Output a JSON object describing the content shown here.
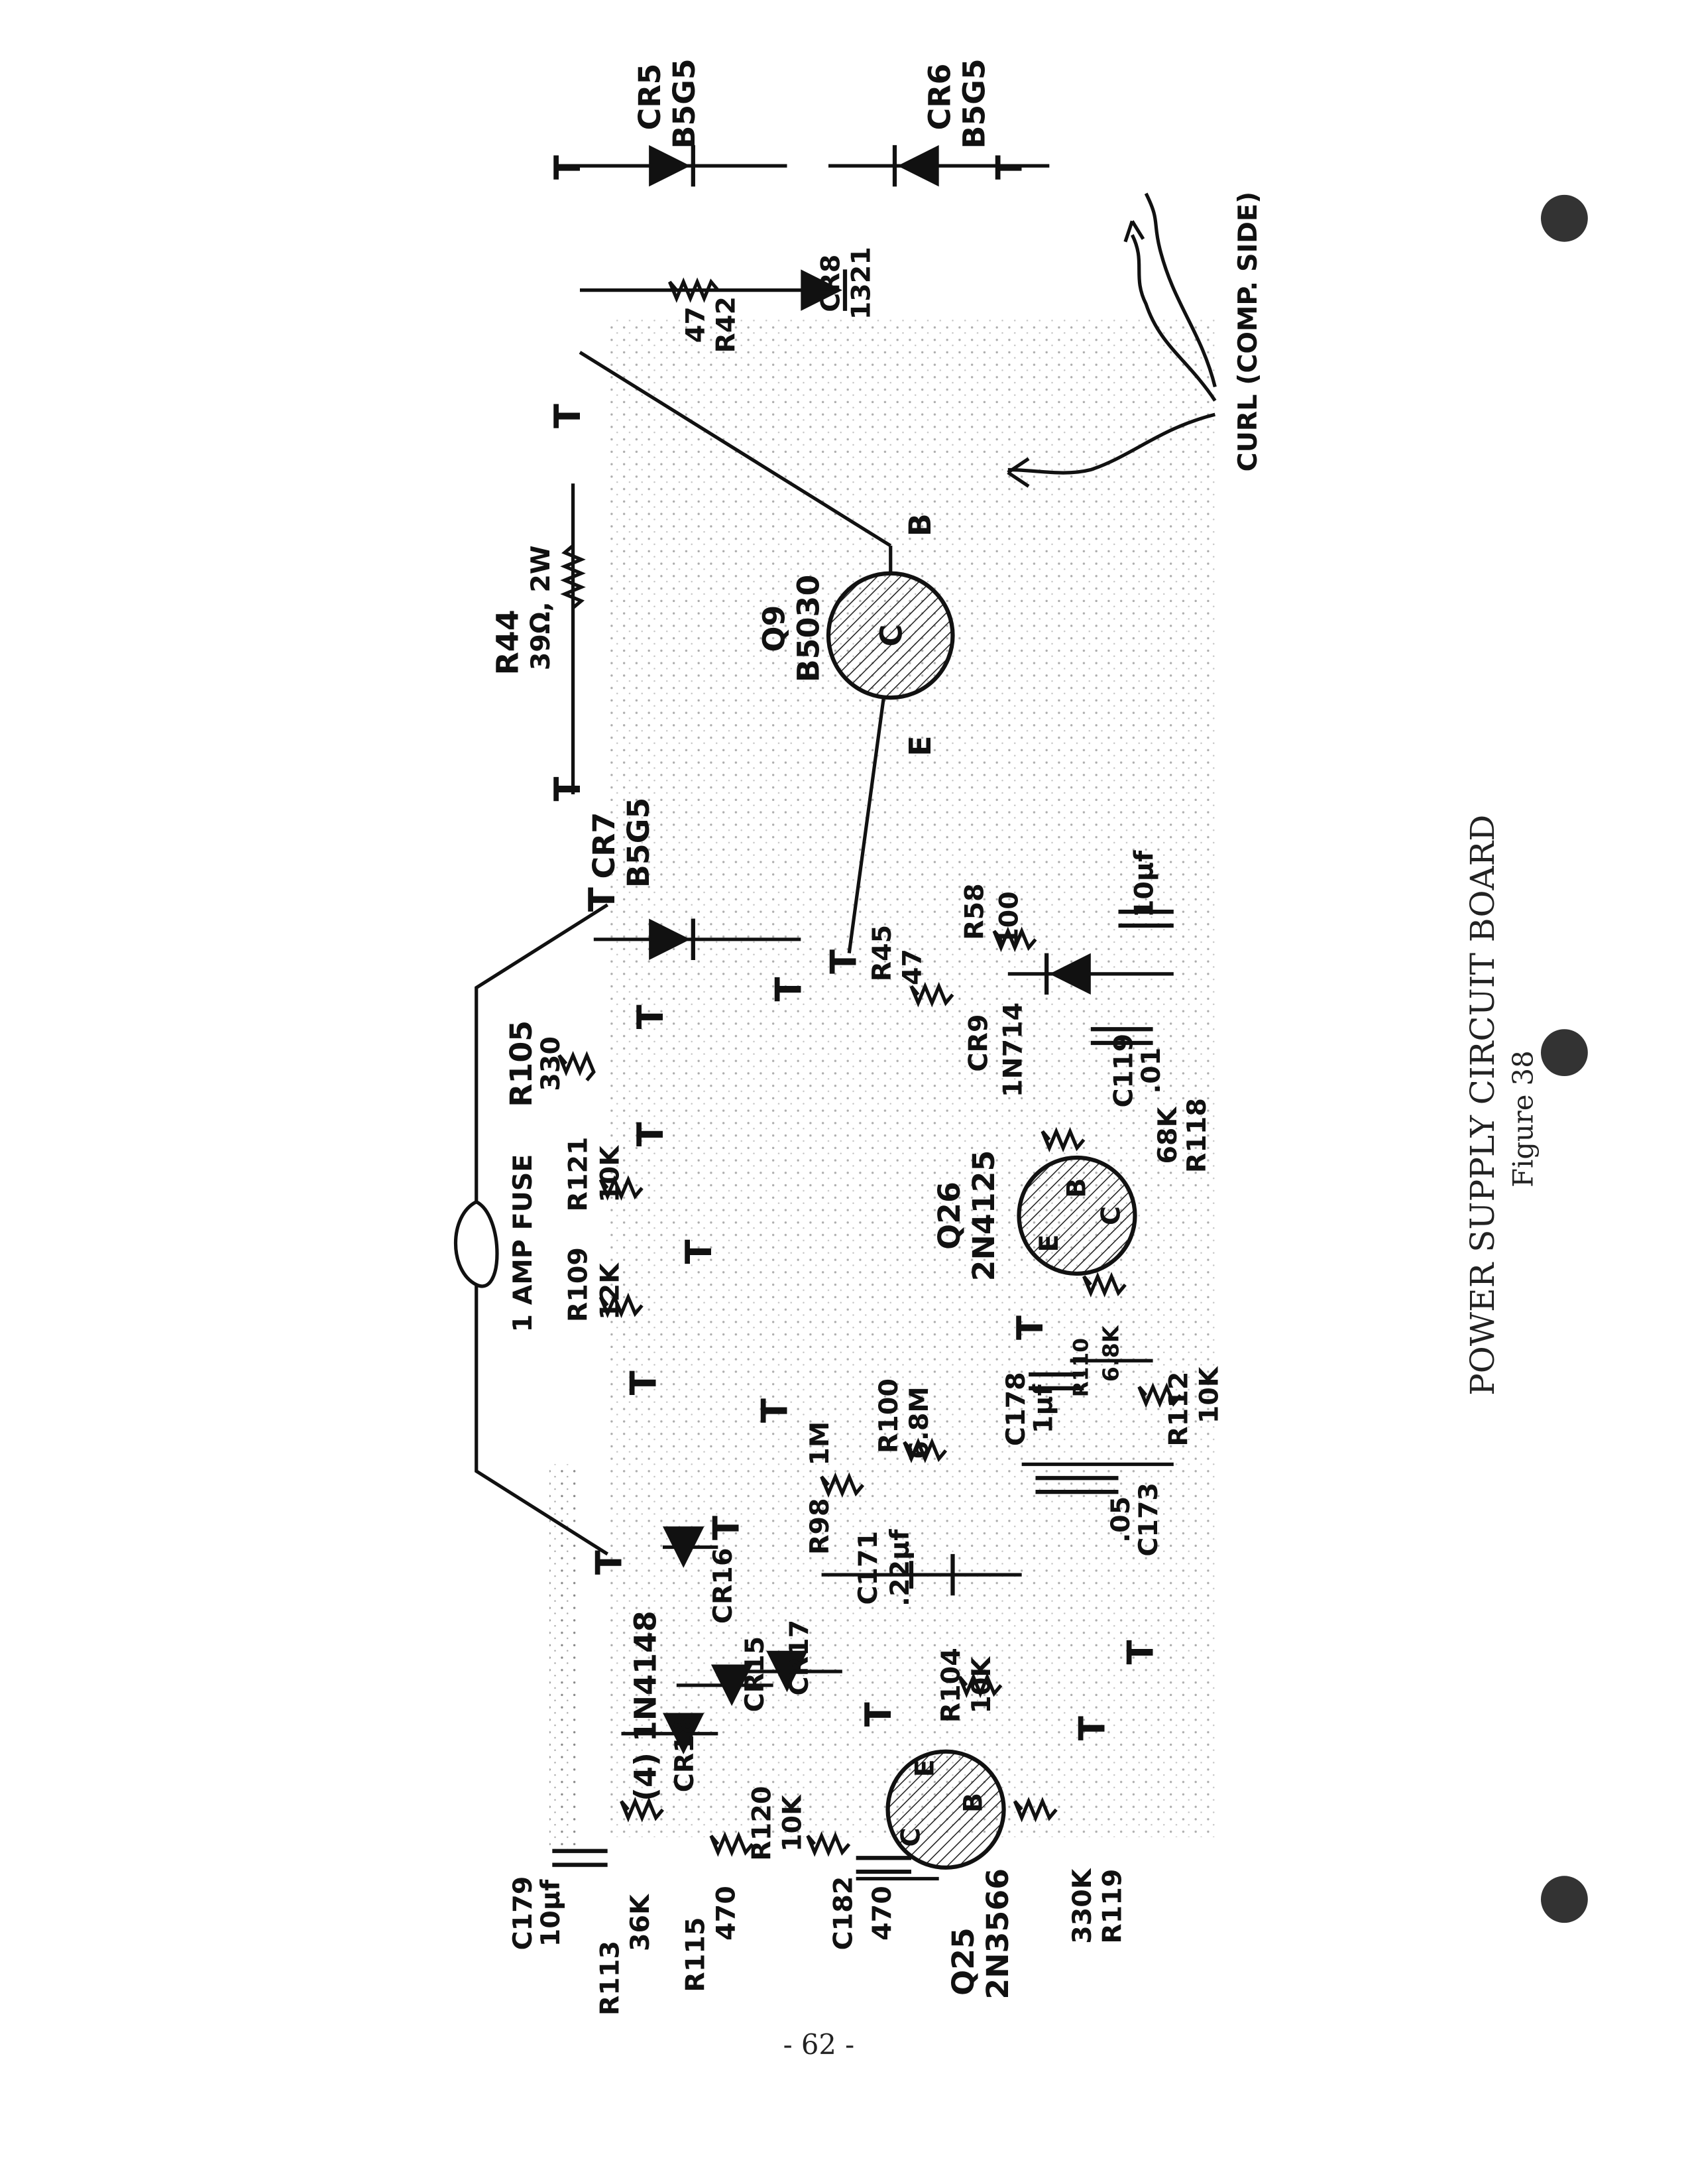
{
  "caption": {
    "title": "POWER SUPPLY CIRCUIT BOARD",
    "figure": "Figure 38"
  },
  "page_number": "- 62 -",
  "testpoint_label": "T",
  "annotation": "CURL (COMP. SIDE)",
  "fuse": "1 AMP FUSE",
  "transistors": {
    "q9": {
      "ref": "Q9",
      "part": "B5030",
      "c": "C",
      "b": "B",
      "e": "E"
    },
    "q26": {
      "ref": "Q26",
      "part": "2N4125",
      "c": "C",
      "b": "B",
      "e": "E"
    },
    "q25": {
      "ref": "Q25",
      "part": "2N3566",
      "c": "C",
      "b": "B",
      "e": "E"
    }
  },
  "diodes": {
    "cr5": {
      "ref": "CR5",
      "part": "B5G5"
    },
    "cr6": {
      "ref": "CR6",
      "part": "B5G5"
    },
    "cr7": {
      "ref": "CR7",
      "part": "B5G5"
    },
    "cr8": {
      "ref": "CR8",
      "part": "1321"
    },
    "cr9": {
      "ref": "CR9",
      "part": "1N714"
    },
    "group": "(4) 1N4148",
    "cr15": "CR15",
    "cr16": "CR16",
    "cr17": "CR17",
    "cr18": "CR18"
  },
  "resistors": {
    "r42": {
      "ref": "R42",
      "value": "47"
    },
    "r44": {
      "ref": "R44",
      "value": "39Ω, 2W"
    },
    "r105": {
      "ref": "R105",
      "value": "330"
    },
    "r121": {
      "ref": "R121",
      "value": "10K"
    },
    "r109": {
      "ref": "R109",
      "value": "12K"
    },
    "r45": {
      "ref": "R45",
      "value": "47"
    },
    "r58": {
      "ref": "R58",
      "value": "100"
    },
    "r118": {
      "ref": "R118",
      "value": "68K"
    },
    "r110": {
      "ref": "R110",
      "value": "6.8K"
    },
    "r112": {
      "ref": "R112",
      "value": "10K"
    },
    "r100": {
      "ref": "R100",
      "value": "6.8M"
    },
    "r98": {
      "ref": "R98",
      "value": "1M"
    },
    "r104": {
      "ref": "R104",
      "value": "10K"
    },
    "r113": {
      "ref": "R113",
      "value": "36K"
    },
    "r115": {
      "ref": "R115",
      "value": "470"
    },
    "r120": {
      "ref": "R120",
      "value": "10K"
    },
    "r119": {
      "ref": "R119",
      "value": "330K"
    }
  },
  "capacitors": {
    "c_unref": {
      "value": "10µf"
    },
    "c119": {
      "ref": "C119",
      "value": ".01"
    },
    "c178": {
      "ref": "C178",
      "value": "1µf"
    },
    "c171": {
      "ref": "C171",
      "value": ".22µf"
    },
    "c173": {
      "ref": "C173",
      "value": ".05"
    },
    "c179": {
      "ref": "C179",
      "value": "10µf"
    },
    "c182": {
      "ref": "C182",
      "value": "470"
    }
  }
}
